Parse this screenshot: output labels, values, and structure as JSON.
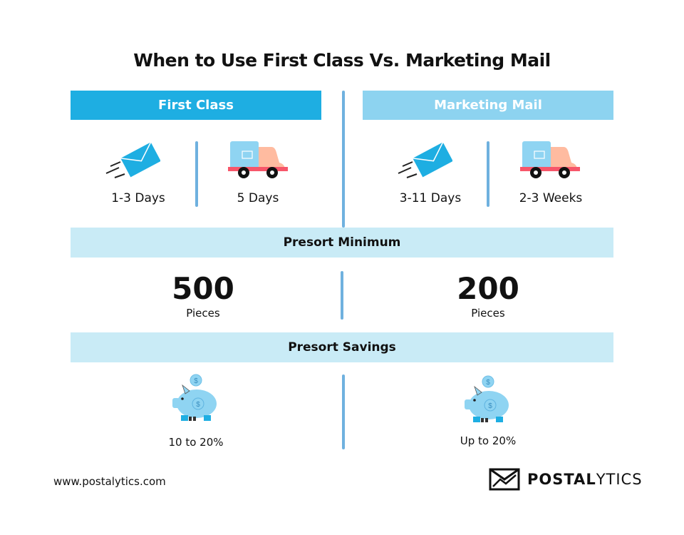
{
  "title": "When to Use First Class Vs. Marketing Mail",
  "columns": [
    {
      "header": "First Class",
      "color": "#1eaee2",
      "fast_label": "1-3 Days",
      "slow_label": "5 Days",
      "presort_minimum": "500",
      "minimum_unit": "Pieces",
      "savings": "10 to 20%"
    },
    {
      "header": "Marketing Mail",
      "color": "#8dd3f0",
      "fast_label": "3-11 Days",
      "slow_label": "2-3 Weeks",
      "presort_minimum": "200",
      "minimum_unit": "Pieces",
      "savings": "Up to 20%"
    }
  ],
  "sections": {
    "minimum": "Presort Minimum",
    "savings": "Presort Savings"
  },
  "footer": {
    "website": "www.postalytics.com",
    "logo_bold": "POSTAL",
    "logo_regular": "YTICS"
  }
}
